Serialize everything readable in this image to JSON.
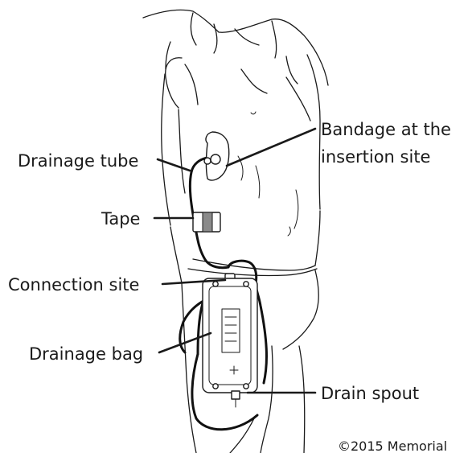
{
  "labels": {
    "drainage_tube": "Drainage tube",
    "bandage_line1": "Bandage at the",
    "bandage_line2": "insertion site",
    "tape": "Tape",
    "connection_site": "Connection site",
    "drainage_bag": "Drainage bag",
    "drain_spout": "Drain spout"
  },
  "copyright": "©2015 Memorial"
}
